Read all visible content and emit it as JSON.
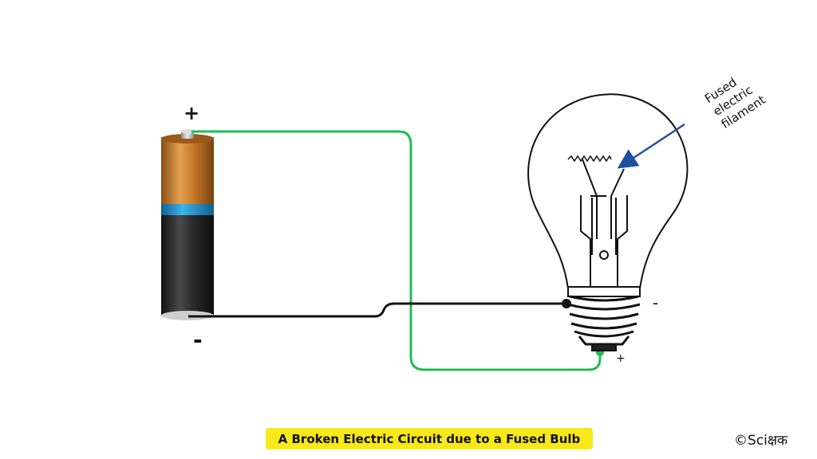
{
  "labels": {
    "battery_positive": "+",
    "battery_negative": "-",
    "bulb_negative": "-",
    "bulb_positive": "+"
  },
  "annotation": {
    "line1": "Fused",
    "line2": "electric",
    "line3": "filament"
  },
  "caption": "A Broken Electric Circuit due to a Fused Bulb",
  "credit": "©Sciक्षक",
  "colors": {
    "wire_positive": "#22bb55",
    "wire_negative": "#111111",
    "battery_top": "#c97a2a",
    "battery_band": "#2a9fd6",
    "battery_body": "#2b2b2b",
    "arrow": "#1f4fa0",
    "caption_bg": "#f7e81a"
  }
}
